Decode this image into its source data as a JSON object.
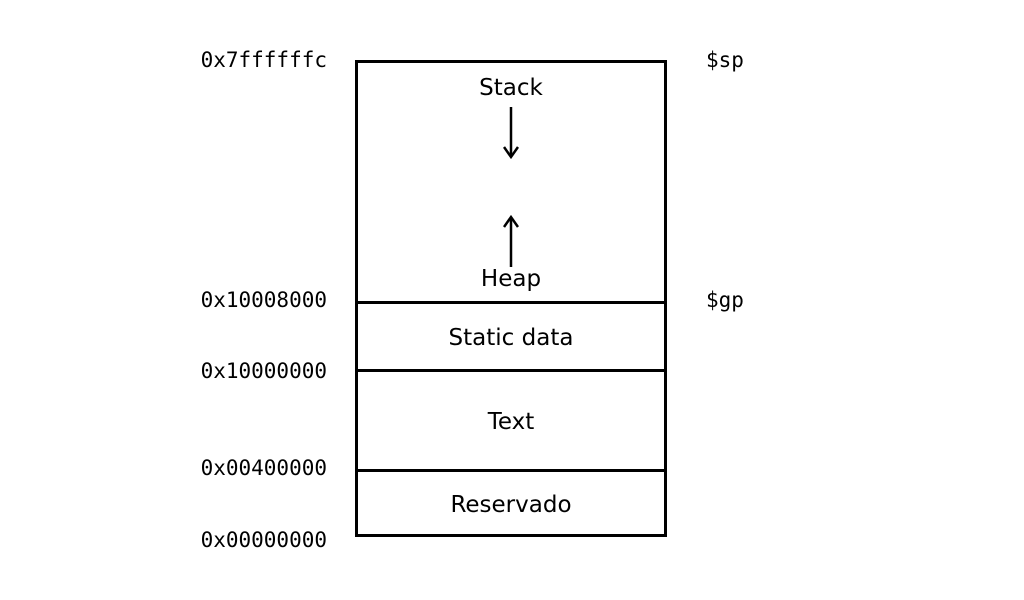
{
  "addresses": {
    "top": "0x7ffffffc",
    "heap_base": "0x10008000",
    "static_base": "0x10000000",
    "text_base": "0x00400000",
    "bottom": "0x00000000"
  },
  "registers": {
    "sp": "$sp",
    "gp": "$gp"
  },
  "segments": {
    "stack": "Stack",
    "heap": "Heap",
    "static_data": "Static data",
    "text": "Text",
    "reserved": "Reservado"
  }
}
